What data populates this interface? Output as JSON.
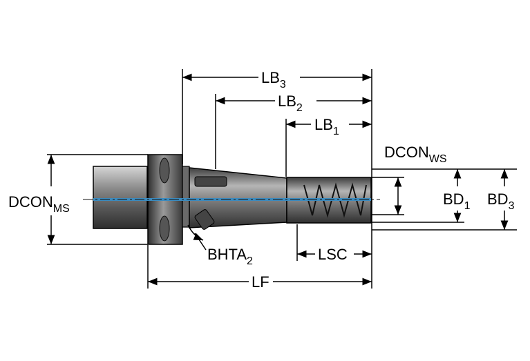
{
  "labels": {
    "lb3": {
      "main": "LB",
      "sub": "3"
    },
    "lb2": {
      "main": "LB",
      "sub": "2"
    },
    "lb1": {
      "main": "LB",
      "sub": "1"
    },
    "dcon_ws": {
      "main": "DCON",
      "sub": "WS"
    },
    "dcon_ms": {
      "main": "DCON",
      "sub": "MS"
    },
    "bd1": {
      "main": "BD",
      "sub": "1"
    },
    "bd3": {
      "main": "BD",
      "sub": "3"
    },
    "bhta2": {
      "main": "BHTA",
      "sub": "2"
    },
    "lsc": {
      "main": "LSC"
    },
    "lf": {
      "main": "LF"
    }
  },
  "colors": {
    "line": "#000000",
    "body_dark": "#3a3a3a",
    "body_mid": "#8a8a8a",
    "body_light": "#bdbdbd",
    "coolant": "#3b8bbf",
    "background": "#ffffff"
  }
}
